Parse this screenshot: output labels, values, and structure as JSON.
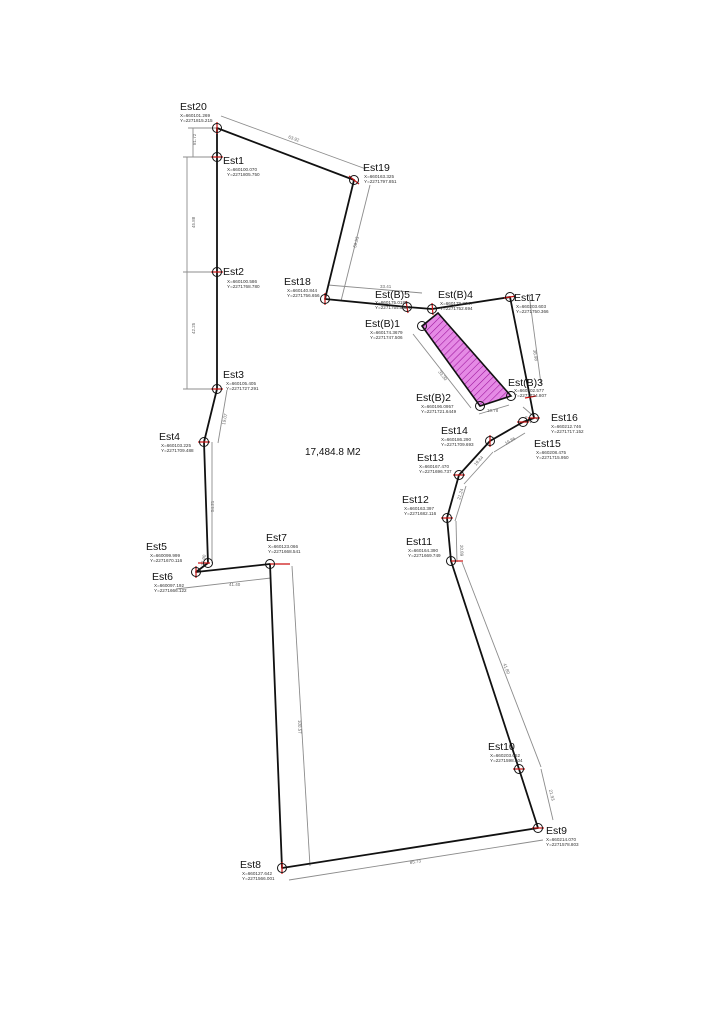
{
  "colors": {
    "boundary": "#111111",
    "dimension": "#8c8c8c",
    "marker": "#cc1111",
    "hatch_fill": "#e58ae5",
    "hatch_stroke": "#9b119b"
  },
  "area_label": "17,484.8 M2",
  "hatch_label": "",
  "stations": [
    {
      "id": "Est20",
      "coords": [
        "X=660101.269",
        "Y=2271815.215"
      ]
    },
    {
      "id": "Est1",
      "coords": [
        "X=660100.070",
        "Y=2271805.750"
      ]
    },
    {
      "id": "Est19",
      "coords": [
        "X=660163.325",
        "Y=2271797.851"
      ]
    },
    {
      "id": "Est2",
      "coords": [
        "X=660100.586",
        "Y=2271768.780"
      ]
    },
    {
      "id": "Est18",
      "coords": [
        "X=660140.844",
        "Y=2271756.656"
      ]
    },
    {
      "id": "Est(B)5",
      "coords": [
        "X=660175.0183",
        "Y=2271754.5624"
      ]
    },
    {
      "id": "Est(B)4",
      "coords": [
        "X=660179.3747",
        "Y=2271752.694"
      ]
    },
    {
      "id": "Est17",
      "coords": [
        "X=660203.603",
        "Y=2271750.366"
      ]
    },
    {
      "id": "Est(B)1",
      "coords": [
        "X=660174.3679",
        "Y=2271747.506"
      ]
    },
    {
      "id": "Est3",
      "coords": [
        "X=660105.405",
        "Y=2271727.291"
      ]
    },
    {
      "id": "Est(B)3",
      "coords": [
        "X=660202.577",
        "Y=2271724.807"
      ]
    },
    {
      "id": "Est(B)2",
      "coords": [
        "X=660196.0957",
        "Y=2271721.6449"
      ]
    },
    {
      "id": "Est16",
      "coords": [
        "X=660212.746",
        "Y=2271717.152"
      ]
    },
    {
      "id": "Est14",
      "coords": [
        "X=660186.290",
        "Y=2271709.693"
      ]
    },
    {
      "id": "Est15",
      "coords": [
        "X=660208.475",
        "Y=2271715.950"
      ]
    },
    {
      "id": "Est4",
      "coords": [
        "X=660103.225",
        "Y=2271709.488"
      ]
    },
    {
      "id": "Est13",
      "coords": [
        "X=660167.470",
        "Y=2271696.737"
      ]
    },
    {
      "id": "Est12",
      "coords": [
        "X=660163.397",
        "Y=2271682.116"
      ]
    },
    {
      "id": "Est11",
      "coords": [
        "X=660164.390",
        "Y=2271669.749"
      ]
    },
    {
      "id": "Est7",
      "coords": [
        "X=660123.066",
        "Y=2271668.541"
      ]
    },
    {
      "id": "Est5",
      "coords": [
        "X=660099.999",
        "Y=2271670.116"
      ]
    },
    {
      "id": "Est6",
      "coords": [
        "X=660097.192",
        "Y=2271666.122"
      ]
    },
    {
      "id": "Est10",
      "coords": [
        "X=660203.052",
        "Y=2271598.504"
      ]
    },
    {
      "id": "Est9",
      "coords": [
        "X=660214.070",
        "Y=2271578.803"
      ]
    },
    {
      "id": "Est8",
      "coords": [
        "X=660127.642",
        "Y=2271566.001"
      ]
    }
  ],
  "dimensions": [
    "63.92",
    "59.53",
    "33.41",
    "36.98",
    "33.30",
    "45.88",
    "42.25",
    "41.80",
    "10.78",
    "54.21",
    "19.07",
    "41.40",
    "27.90",
    "100.57",
    "85.73",
    "81.72",
    "21.93",
    "17.61",
    "20.89",
    "21.24",
    "19.84",
    "19.86",
    "33.97",
    "32.53",
    "9.04",
    "16.82",
    "40.52",
    "32.99",
    "10.00",
    "33.14"
  ]
}
